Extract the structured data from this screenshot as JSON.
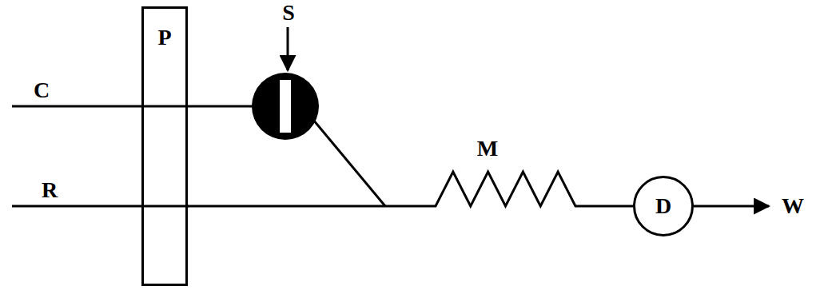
{
  "diagram": {
    "nodes": [
      {
        "text": [
          "P"
        ]
      },
      {
        "text": [
          "D"
        ]
      }
    ],
    "edges": [
      {
        "from": 0,
        "to": 1,
        "arrow": "none"
      }
    ],
    "labels": [
      "C",
      "R",
      "S",
      "M",
      "W"
    ]
  }
}
